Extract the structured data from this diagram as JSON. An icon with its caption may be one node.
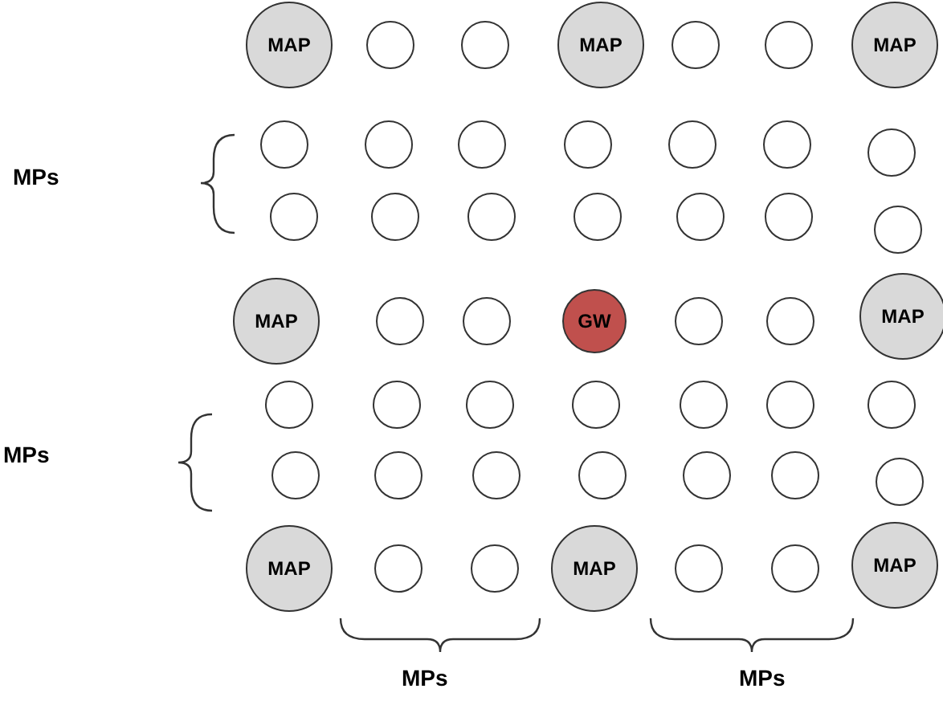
{
  "diagram": {
    "nodes": [
      {
        "text": [
          "MAP"
        ]
      },
      {
        "text": [],
        "shape": "circle"
      },
      {
        "text": [],
        "shape": "circle"
      },
      {
        "text": [
          "MAP"
        ]
      },
      {
        "text": [],
        "shape": "circle"
      },
      {
        "text": [],
        "shape": "circle"
      },
      {
        "text": [
          "MAP"
        ]
      },
      {
        "text": [],
        "shape": "circle"
      },
      {
        "text": [],
        "shape": "circle"
      },
      {
        "text": [],
        "shape": "circle"
      },
      {
        "text": [],
        "shape": "circle"
      },
      {
        "text": [],
        "shape": "circle"
      },
      {
        "text": [],
        "shape": "circle"
      },
      {
        "text": [],
        "shape": "circle"
      },
      {
        "text": [],
        "shape": "circle"
      },
      {
        "text": [],
        "shape": "circle"
      },
      {
        "text": [],
        "shape": "circle"
      },
      {
        "text": [],
        "shape": "circle"
      },
      {
        "text": [],
        "shape": "circle"
      },
      {
        "text": [],
        "shape": "circle"
      },
      {
        "text": [],
        "shape": "circle"
      },
      {
        "text": [
          "MAP"
        ]
      },
      {
        "text": [],
        "shape": "circle"
      },
      {
        "text": [],
        "shape": "circle"
      },
      {
        "text": [
          "GW"
        ]
      },
      {
        "text": [],
        "shape": "circle"
      },
      {
        "text": [],
        "shape": "circle"
      },
      {
        "text": [
          "MAP"
        ]
      },
      {
        "text": [],
        "shape": "circle"
      },
      {
        "text": [],
        "shape": "circle"
      },
      {
        "text": [],
        "shape": "circle"
      },
      {
        "text": [],
        "shape": "circle"
      },
      {
        "text": [],
        "shape": "circle"
      },
      {
        "text": [],
        "shape": "circle"
      },
      {
        "text": [],
        "shape": "circle"
      },
      {
        "text": [],
        "shape": "circle"
      },
      {
        "text": [],
        "shape": "circle"
      },
      {
        "text": [],
        "shape": "circle"
      },
      {
        "text": [],
        "shape": "circle"
      },
      {
        "text": [],
        "shape": "circle"
      },
      {
        "text": [],
        "shape": "circle"
      },
      {
        "text": [],
        "shape": "circle"
      },
      {
        "text": [
          "MAP"
        ]
      },
      {
        "text": [],
        "shape": "circle"
      },
      {
        "text": [],
        "shape": "circle"
      },
      {
        "text": [
          "MAP"
        ]
      },
      {
        "text": [],
        "shape": "circle"
      },
      {
        "text": [],
        "shape": "circle"
      },
      {
        "text": [
          "MAP"
        ]
      }
    ],
    "labels": [
      "MPs",
      "MPs",
      "MPs",
      "MPs"
    ]
  }
}
